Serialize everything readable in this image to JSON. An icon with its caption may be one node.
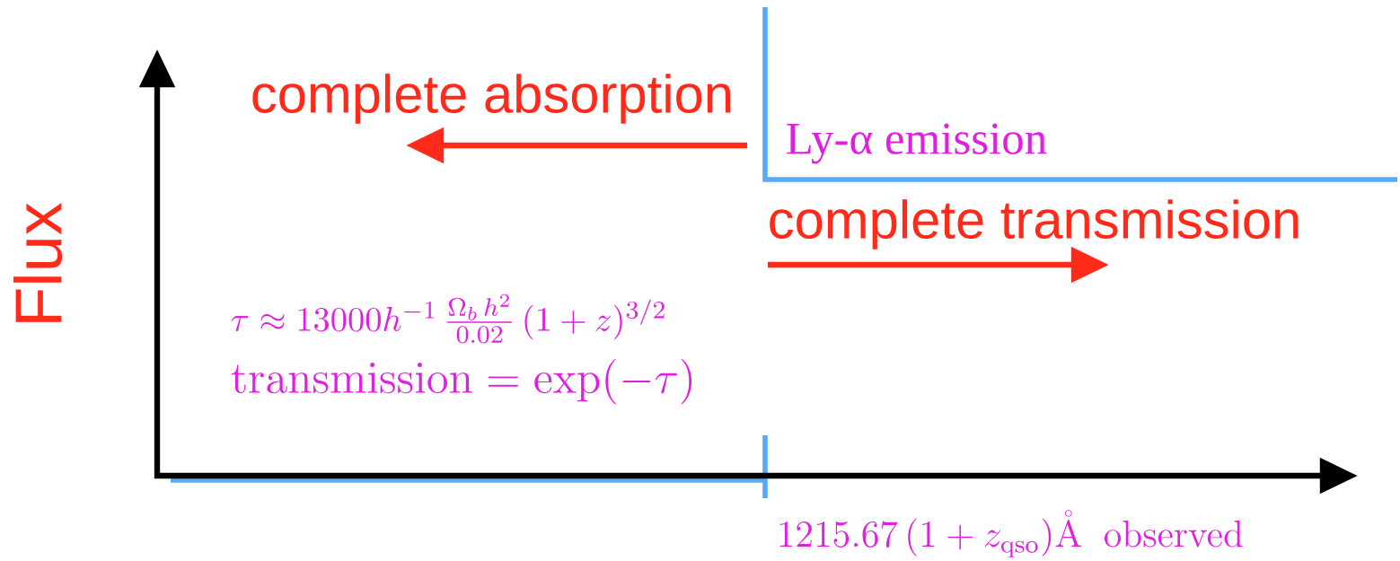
{
  "diagram": {
    "labels": [
      "complete absorption",
      "Ly-α emission",
      "complete transmission",
      "Flux",
      "\\tau \\approx 13000h^{-1}\\,\\frac{\\Omega_b\\,h^2}{0.02}\\,(1+z)^{3/2}",
      "\\mathrm{transmission} = \\exp(-\\tau)",
      "1215.67\\,(1+z_{\\mathrm{qso}})\\mathring{\\mathrm{A}}\\ \\ \\mathrm{observed}"
    ]
  }
}
